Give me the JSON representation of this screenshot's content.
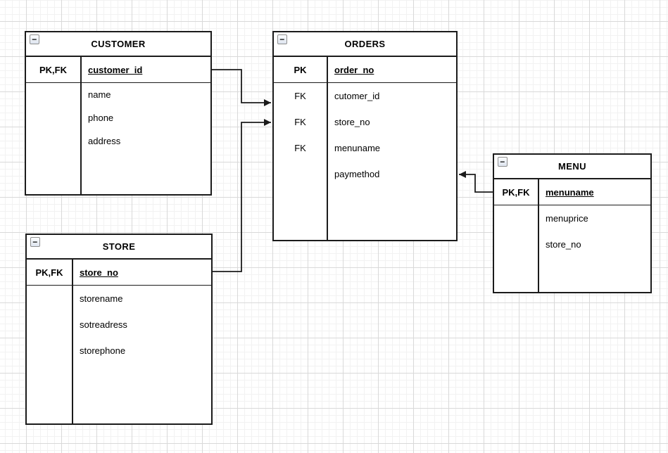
{
  "icons": {
    "collapse_minus": "−"
  },
  "colors": {
    "stroke": "#1b1b1b",
    "background": "#ffffff",
    "grid_minor": "#f2f2f2",
    "grid_major": "#d9d9d9",
    "collapse_icon_bg": "#dde4ef"
  },
  "tables": {
    "customer": {
      "title": "CUSTOMER",
      "rows": [
        {
          "key": "PK,FK",
          "name": "customer_id"
        },
        {
          "key": "",
          "name": "name"
        },
        {
          "key": "",
          "name": "phone"
        },
        {
          "key": "",
          "name": "address"
        }
      ]
    },
    "orders": {
      "title": "ORDERS",
      "rows": [
        {
          "key": "PK",
          "name": "order_no"
        },
        {
          "key": "FK",
          "name": "cutomer_id"
        },
        {
          "key": "FK",
          "name": "store_no"
        },
        {
          "key": "FK",
          "name": "menuname"
        },
        {
          "key": "",
          "name": "paymethod"
        }
      ]
    },
    "store": {
      "title": "STORE",
      "rows": [
        {
          "key": "PK,FK",
          "name": "store_no"
        },
        {
          "key": "",
          "name": "storename"
        },
        {
          "key": "",
          "name": "sotreadress"
        },
        {
          "key": "",
          "name": "storephone"
        }
      ]
    },
    "menu": {
      "title": "MENU",
      "rows": [
        {
          "key": "PK,FK",
          "name": "menuname"
        },
        {
          "key": "",
          "name": "menuprice"
        },
        {
          "key": "",
          "name": "store_no"
        }
      ]
    }
  },
  "connectors": [
    {
      "id": "customer-orders",
      "from": "CUSTOMER",
      "to": "ORDERS"
    },
    {
      "id": "store-orders",
      "from": "STORE",
      "to": "ORDERS"
    },
    {
      "id": "menu-orders",
      "from": "MENU",
      "to": "ORDERS"
    }
  ]
}
